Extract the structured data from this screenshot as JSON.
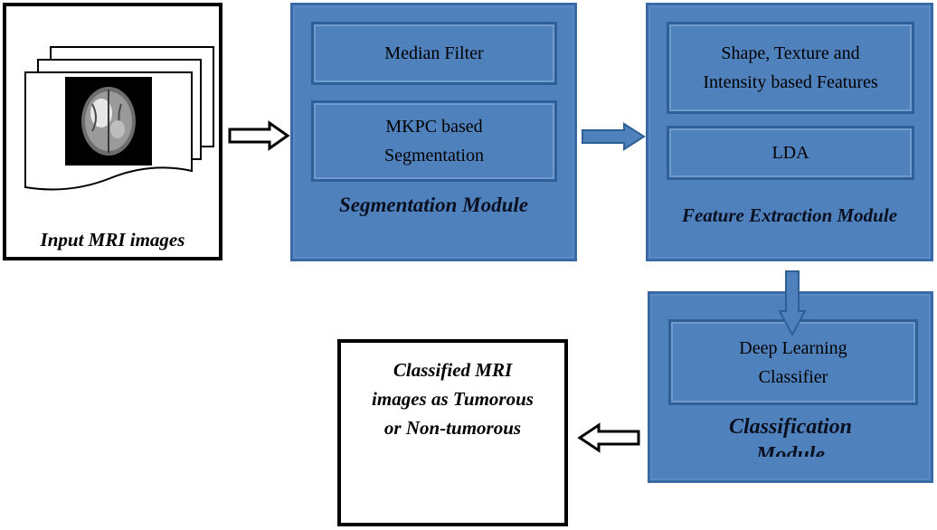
{
  "input": {
    "label": "Input MRI images"
  },
  "segmentation": {
    "step1": "Median Filter",
    "step2_line1": "MKPC based",
    "step2_line2": "Segmentation",
    "label": "Segmentation Module"
  },
  "feature": {
    "step1_line1": "Shape, Texture and",
    "step1_line2": "Intensity based Features",
    "step2": "LDA",
    "label": "Feature Extraction Module"
  },
  "classification": {
    "step1_line1": "Deep Learning",
    "step1_line2": "Classifier",
    "label_line1": "Classification",
    "label_line2": "Module"
  },
  "output": {
    "line1": "Classified MRI",
    "line2": "images as Tumorous",
    "line3": "or Non-tumorous"
  },
  "colors": {
    "module_fill": "#4f81bd",
    "module_border": "#2f5f97",
    "arrow_fill": "#4f81bd"
  }
}
